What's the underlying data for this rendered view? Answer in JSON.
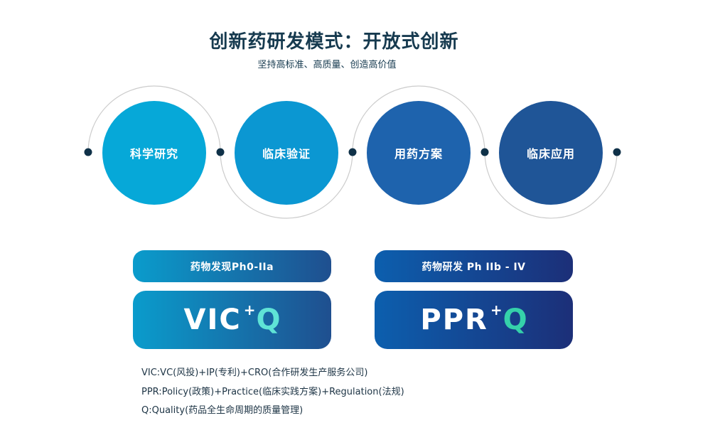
{
  "header": {
    "title": "创新药研发模式：开放式创新",
    "subtitle": "坚持高标准、高质量、创造高价值"
  },
  "process": {
    "steps": [
      {
        "label": "科学研究",
        "color": "#06a8d8"
      },
      {
        "label": "临床验证",
        "color": "#0b97d2"
      },
      {
        "label": "用药方案",
        "color": "#1e63ad"
      },
      {
        "label": "临床应用",
        "color": "#1f5597"
      }
    ],
    "ring_color": "#cccccc",
    "node_color": "#0f3148"
  },
  "phases": [
    {
      "pill_label": "药物发现Ph0-IIa",
      "model_main": "VIC",
      "model_plus": "+",
      "model_q": "Q",
      "gradient_start": "#0a9ccc",
      "gradient_end": "#1f4f8f",
      "q_color": "#5fe3d6"
    },
    {
      "pill_label": "药物研发 Ph IIb - IV",
      "model_main": "PPR",
      "model_plus": "+",
      "model_q": "Q",
      "gradient_start": "#0c5fae",
      "gradient_end": "#1c2f78",
      "q_color": "#35d1aa"
    }
  ],
  "notes": [
    "VIC:VC(风投)+IP(专利)+CRO(合作研发生产服务公司)",
    "PPR:Policy(政策)+Practice(临床实践方案)+Regulation(法规)",
    "Q:Quality(药品全生命周期的质量管理)"
  ]
}
